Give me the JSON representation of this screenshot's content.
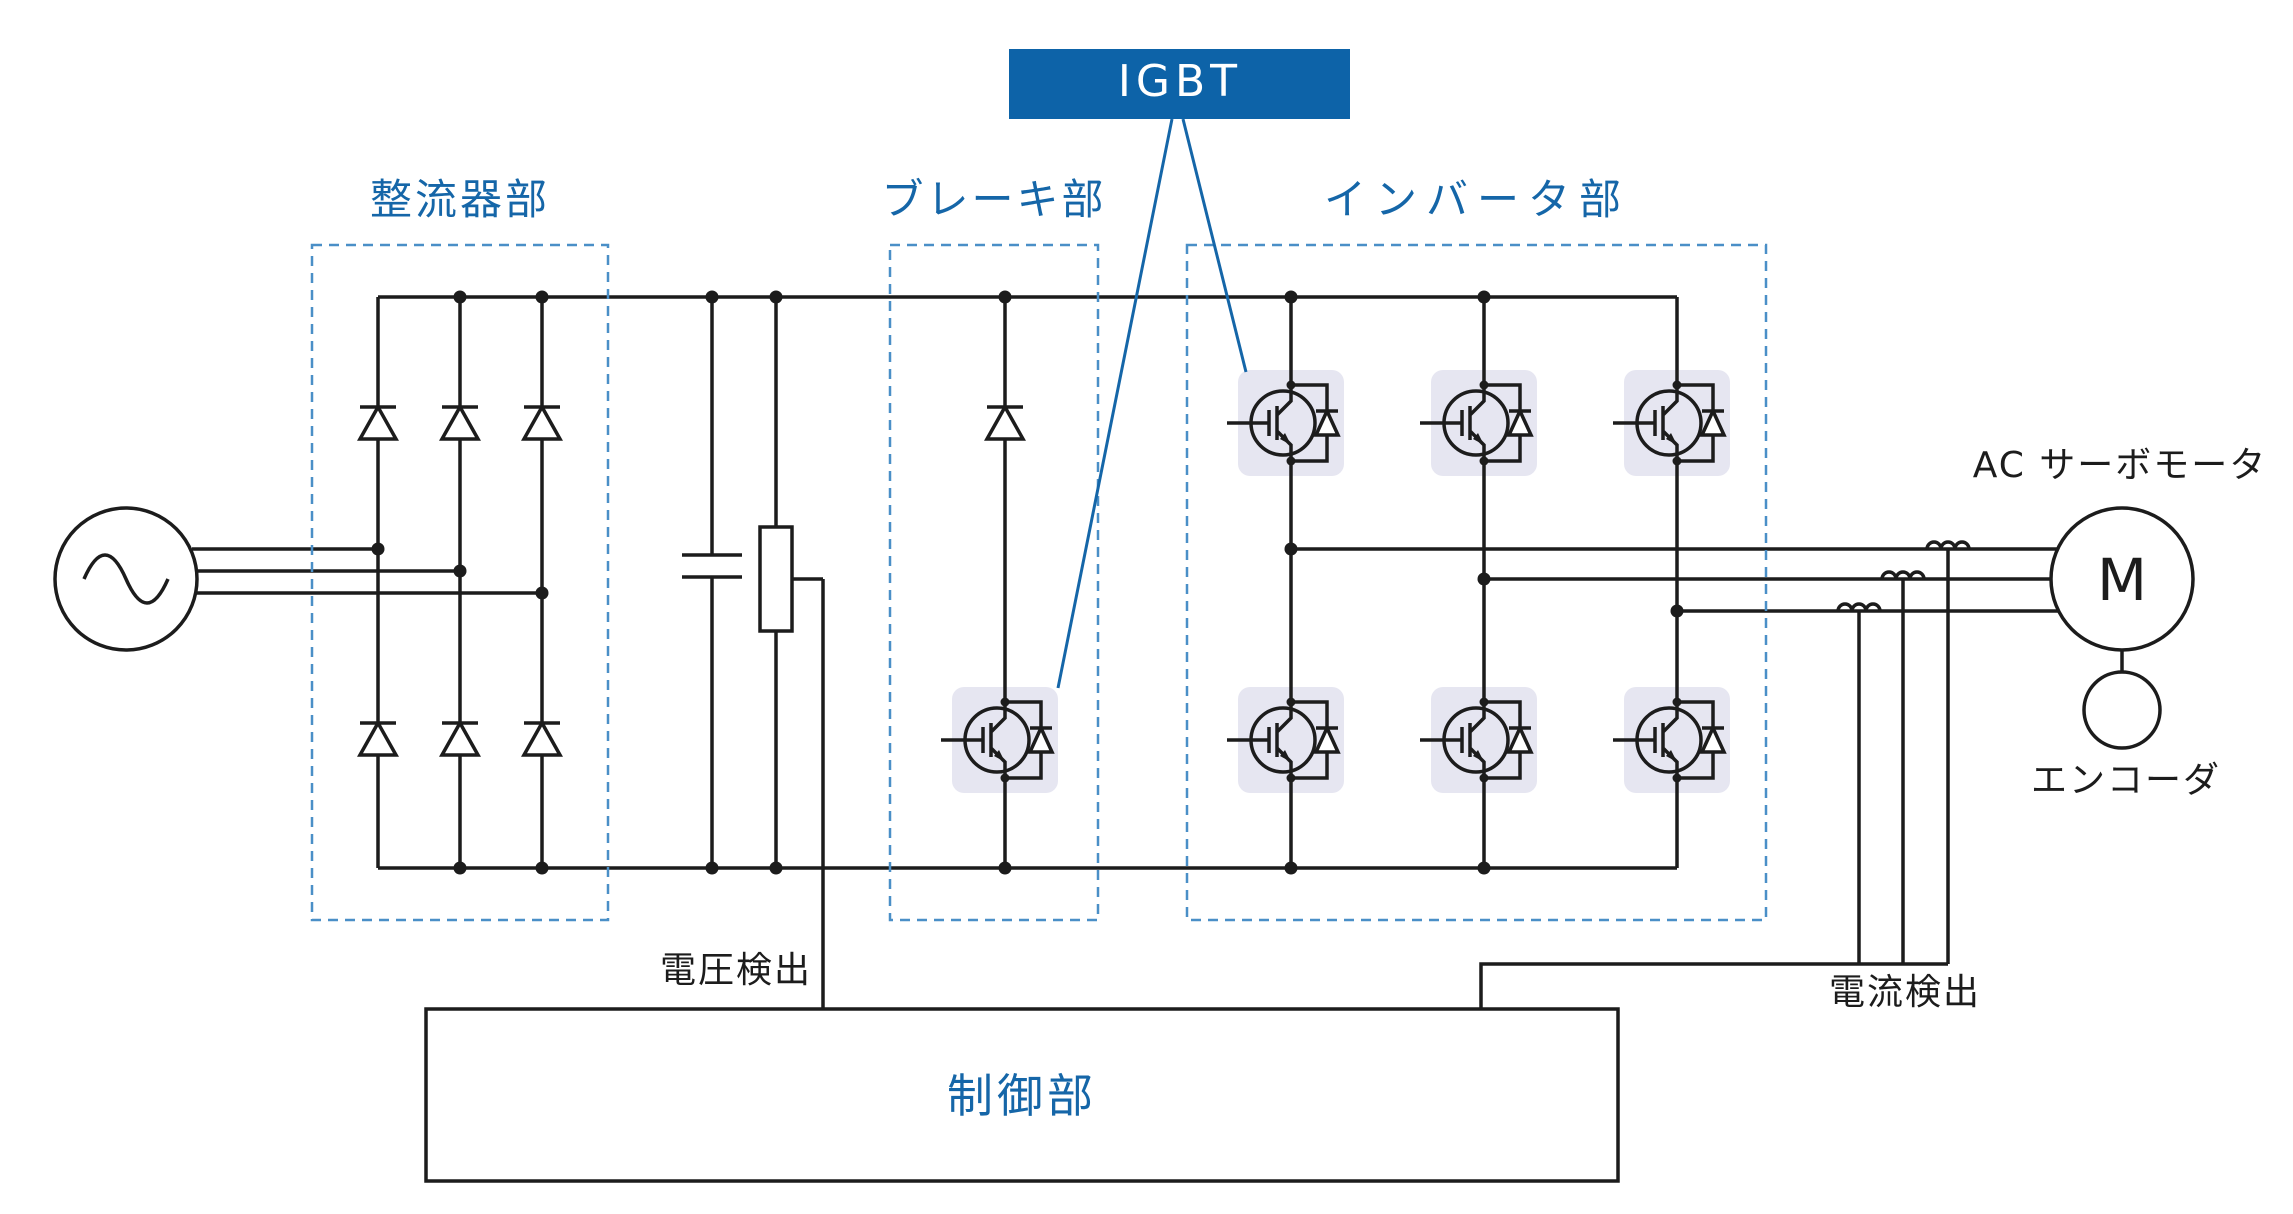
{
  "callout": {
    "label": "IGBT"
  },
  "sections": {
    "rectifier": {
      "label": "整流器部"
    },
    "brake": {
      "label": "ブレーキ部"
    },
    "inverter": {
      "label": "インバータ部"
    }
  },
  "control_unit": {
    "label": "制御部"
  },
  "motor": {
    "label": "AC サーボモータ",
    "symbol": "M"
  },
  "encoder": {
    "label": "エンコーダ"
  },
  "detect": {
    "voltage": "電圧検出",
    "current": "電流検出"
  },
  "components": {
    "phases": 3,
    "rectifier_diodes": 6,
    "brake_diodes": 1,
    "igbt_modules": 7
  },
  "colors": {
    "accent_blue": "#1566a8",
    "dashed_box_blue": "#4a8fc7",
    "callout_bg": "#0d63a8",
    "igbt_module_bg": "#e6e6f1",
    "line": "#1c1c1c",
    "background": "#ffffff"
  }
}
